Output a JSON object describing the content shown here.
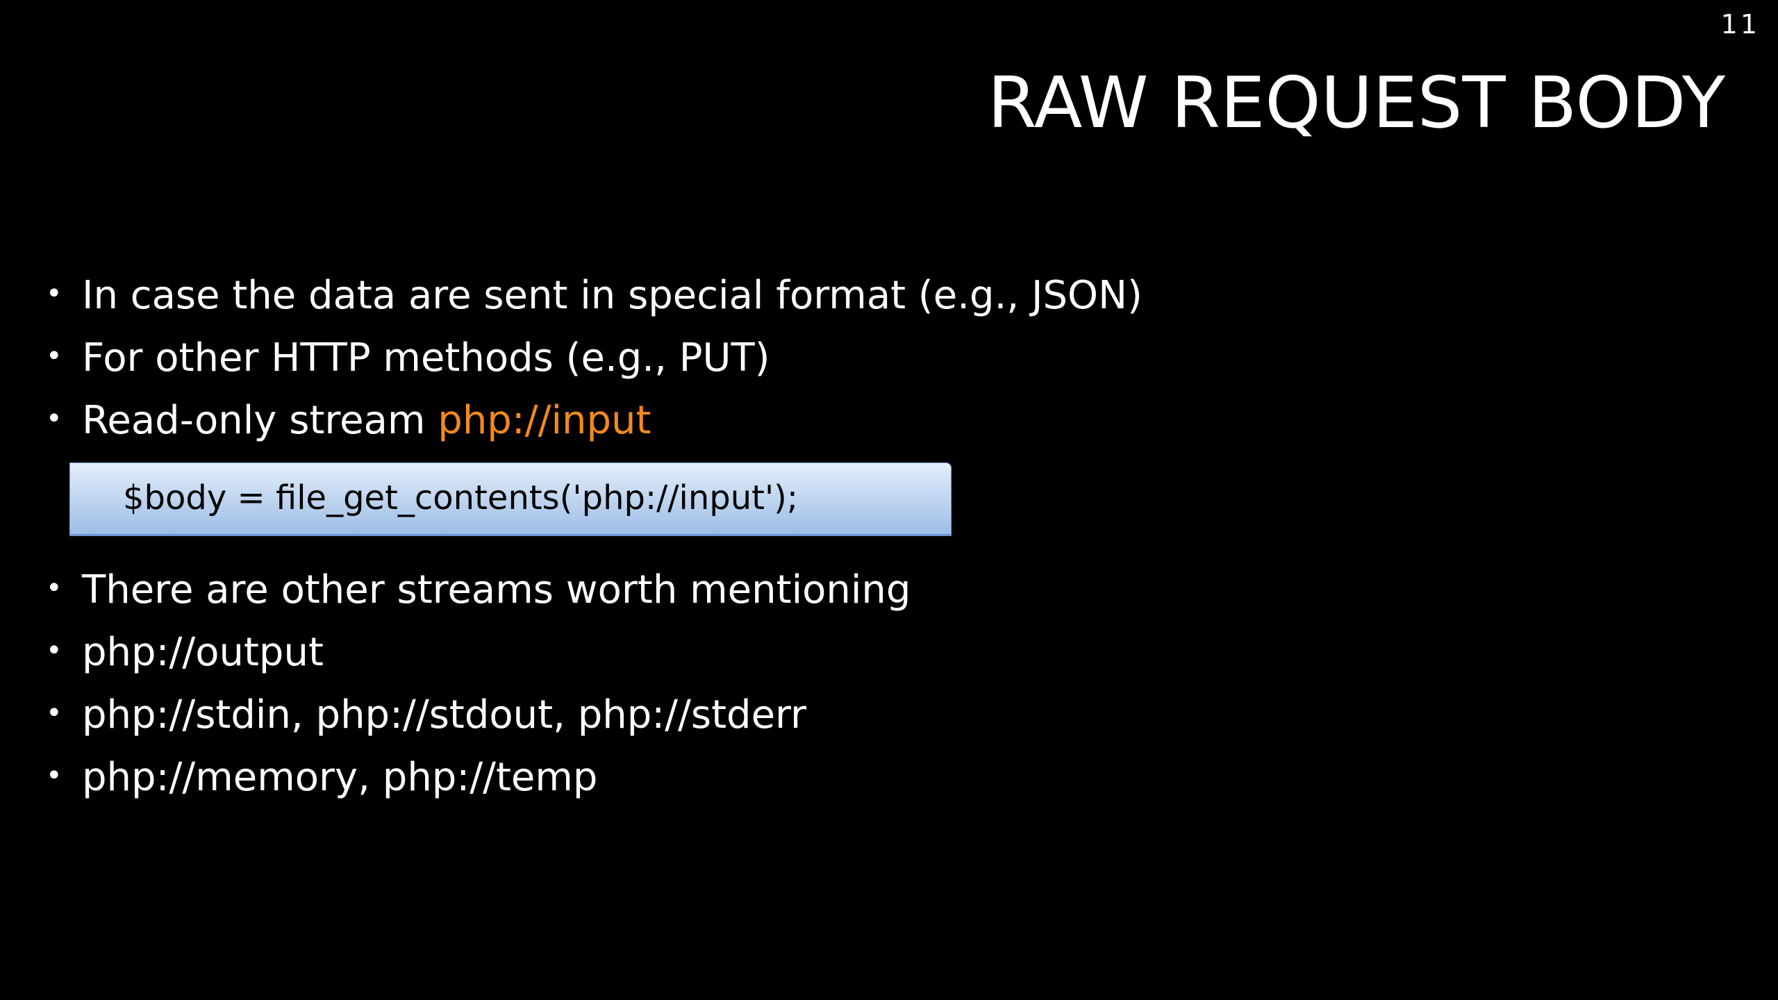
{
  "slide": {
    "number": "11",
    "title": "RAW REQUEST BODY",
    "bullets_top": [
      {
        "text": "In case the data are sent in special format (e.g., JSON)"
      },
      {
        "text": "For other HTTP methods (e.g., PUT)"
      },
      {
        "text": "Read-only stream ",
        "highlight": "php://input"
      }
    ],
    "code": "$body = file_get_contents('php://input');",
    "bullets_bottom": [
      {
        "text": "There are other streams worth mentioning"
      },
      {
        "text": "php://output"
      },
      {
        "text": "php://stdin,  php://stdout,  php://stderr"
      },
      {
        "text": "php://memory,  php://temp"
      }
    ],
    "bullet_glyph": "•",
    "colors": {
      "background": "#000000",
      "text": "#ffffff",
      "highlight": "#f28a1e",
      "code_box": "#bcd3ef"
    }
  }
}
